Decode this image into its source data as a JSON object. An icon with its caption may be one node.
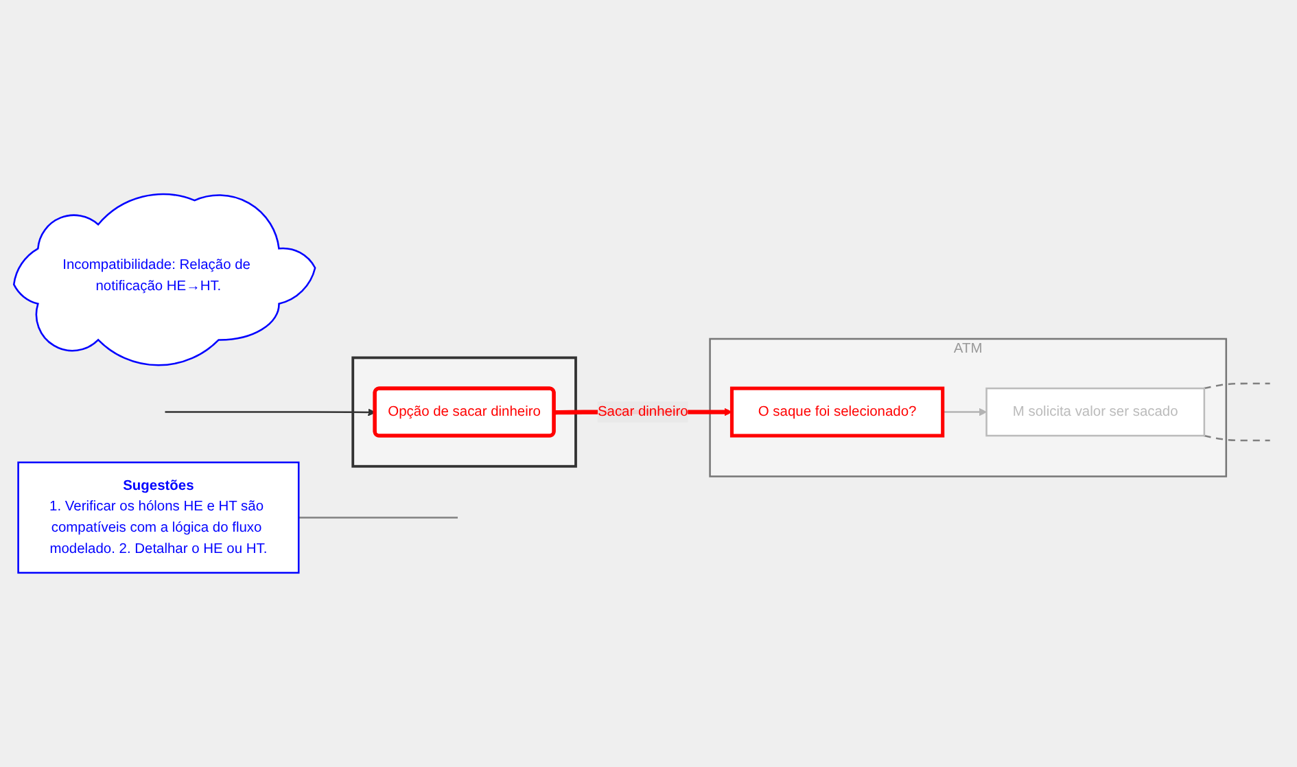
{
  "diagram": {
    "nodes": [
      {
        "text": [],
        "shape": "box"
      },
      {
        "text": [
          "ATM"
        ]
      },
      {
        "text": [
          "Incompatibilidade: Relação de notificação HE→HT."
        ]
      },
      {
        "text": [
          "Opção de sacar dinheiro"
        ],
        "in": 0
      },
      {
        "text": [
          "O saque foi selecionado?"
        ],
        "in": 1
      },
      {
        "text": [
          "M solicita valor ser sacado"
        ],
        "in": 1
      },
      {
        "text": [
          "Sugestões",
          "1. Verificar os hólons HE e HT são compatíveis com a lógica do fluxo modelado. 2. Detalhar o HE ou HT."
        ]
      }
    ],
    "edges": [
      {
        "from": null,
        "to": 3,
        "arrow": "to"
      },
      {
        "from": 3,
        "to": 4,
        "arrow": "to",
        "label": "Sacar dinheiro",
        "style": "thick",
        "color": "#ff0000"
      },
      {
        "from": 4,
        "to": 5,
        "arrow": "to",
        "color": "#b3b3b3"
      },
      {
        "from": 5,
        "to": null,
        "arrow": "none",
        "style": "dashed",
        "color": "#808080"
      },
      {
        "from": 5,
        "to": null,
        "arrow": "none",
        "style": "dashed",
        "color": "#808080"
      },
      {
        "from": 6,
        "to": null,
        "arrow": "none",
        "color": "#808080"
      }
    ]
  }
}
